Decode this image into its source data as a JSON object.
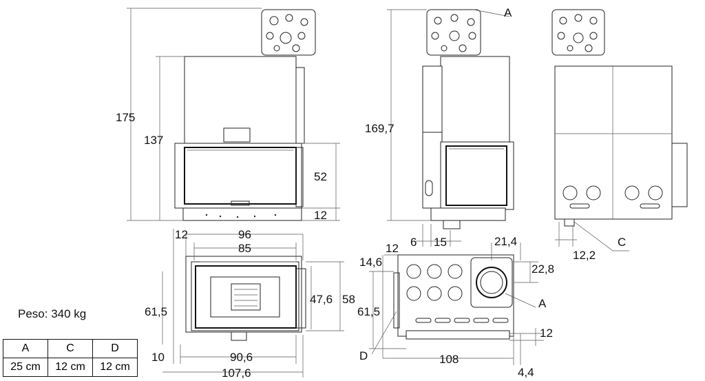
{
  "weight_label": "Peso: 340 kg",
  "table": {
    "headers": [
      "A",
      "C",
      "D"
    ],
    "values": [
      "25 cm",
      "12 cm",
      "12 cm"
    ]
  },
  "dimensions": {
    "height_total": "175",
    "height_body": "137",
    "height_opening": "52",
    "height_base": "12",
    "side_height": "169,7",
    "side_bottom_left": "6",
    "side_bottom_right": "15",
    "top_offset": "12",
    "top_width_96": "96",
    "top_width_85": "85",
    "top_depth_61_5": "61,5",
    "top_depth_47_6": "47,6",
    "top_depth_58": "58",
    "top_offset_10": "10",
    "top_width_90_6": "90,6",
    "top_width_107_6": "107,6",
    "plan_14_6": "14,6",
    "plan_12": "12",
    "plan_21_4": "21,4",
    "plan_22_8": "22,8",
    "plan_61_5": "61,5",
    "plan_12_b": "12",
    "plan_108": "108",
    "plan_4_4": "4,4",
    "back_12_2": "12,2"
  },
  "labels": {
    "A_top": "A",
    "A_plan": "A",
    "C": "C",
    "D": "D"
  }
}
